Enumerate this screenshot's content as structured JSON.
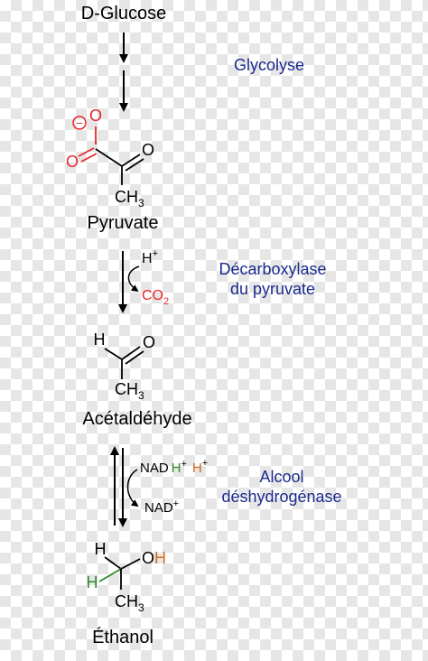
{
  "steps": {
    "d_glucose": "D-Glucose",
    "pyruvate": "Pyruvate",
    "acetaldehyde": "Acétaldéhyde",
    "ethanol": "Éthanol"
  },
  "enzymes": {
    "glycolyse": "Glycolyse",
    "decarboxylase_line1": "Décarboxylase",
    "decarboxylase_line2": "du pyruvate",
    "alcool_line1": "Alcool",
    "alcool_line2": "déshydrogénase"
  },
  "atoms": {
    "O": "O",
    "C": "C",
    "H": "H",
    "H3": "3",
    "minus": "−",
    "plus": "+",
    "co2_main": "CO",
    "co2_sub": "2",
    "nad": "NAD",
    "oh": "OH"
  },
  "colors": {
    "enzyme_text": "#1a2a8c",
    "red": "#e8262b",
    "green": "#2e8b2e",
    "orange": "#d2691e",
    "black": "#000000"
  }
}
